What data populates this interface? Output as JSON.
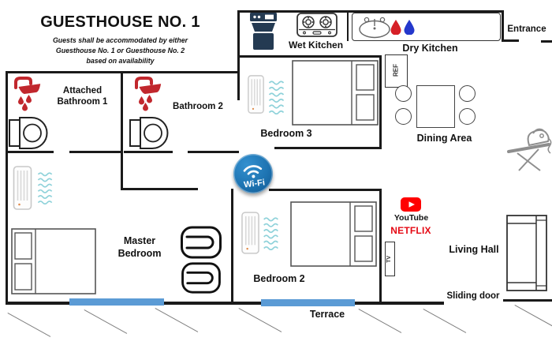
{
  "header": {
    "title": "GUESTHOUSE NO. 1",
    "note": "Guests shall be accommodated by either\nGuesthouse No. 1 or Guesthouse No. 2\nbased on availability"
  },
  "rooms": {
    "wet_kitchen": "Wet Kitchen",
    "dry_kitchen": "Dry Kitchen",
    "entrance": "Entrance",
    "refrigerator": "REF",
    "bedroom_3": "Bedroom 3",
    "dining_area": "Dining Area",
    "attached_bathroom_1": "Attached\nBathroom 1",
    "bathroom_2": "Bathroom 2",
    "master_bedroom": "Master\nBedroom",
    "bedroom_2": "Bedroom 2",
    "living_hall": "Living Hall",
    "terrace": "Terrace"
  },
  "features": {
    "sliding_door": "Sliding door",
    "tv": "TV",
    "wifi": "Wi-Fi",
    "youtube": "YouTube",
    "netflix": "NETFLIX"
  },
  "colors": {
    "wall": "#1a1a1a",
    "shower_red": "#c1272d",
    "hot_water_drop": "#d62027",
    "cold_water_drop": "#2438cc",
    "washer_navy": "#243a52",
    "sliding_door_blue": "#5b9bd5",
    "wifi_blue": "#1261a0",
    "youtube_red": "#ff0000",
    "netflix_red": "#e50914",
    "ac_airflow": "#8fd2da"
  }
}
